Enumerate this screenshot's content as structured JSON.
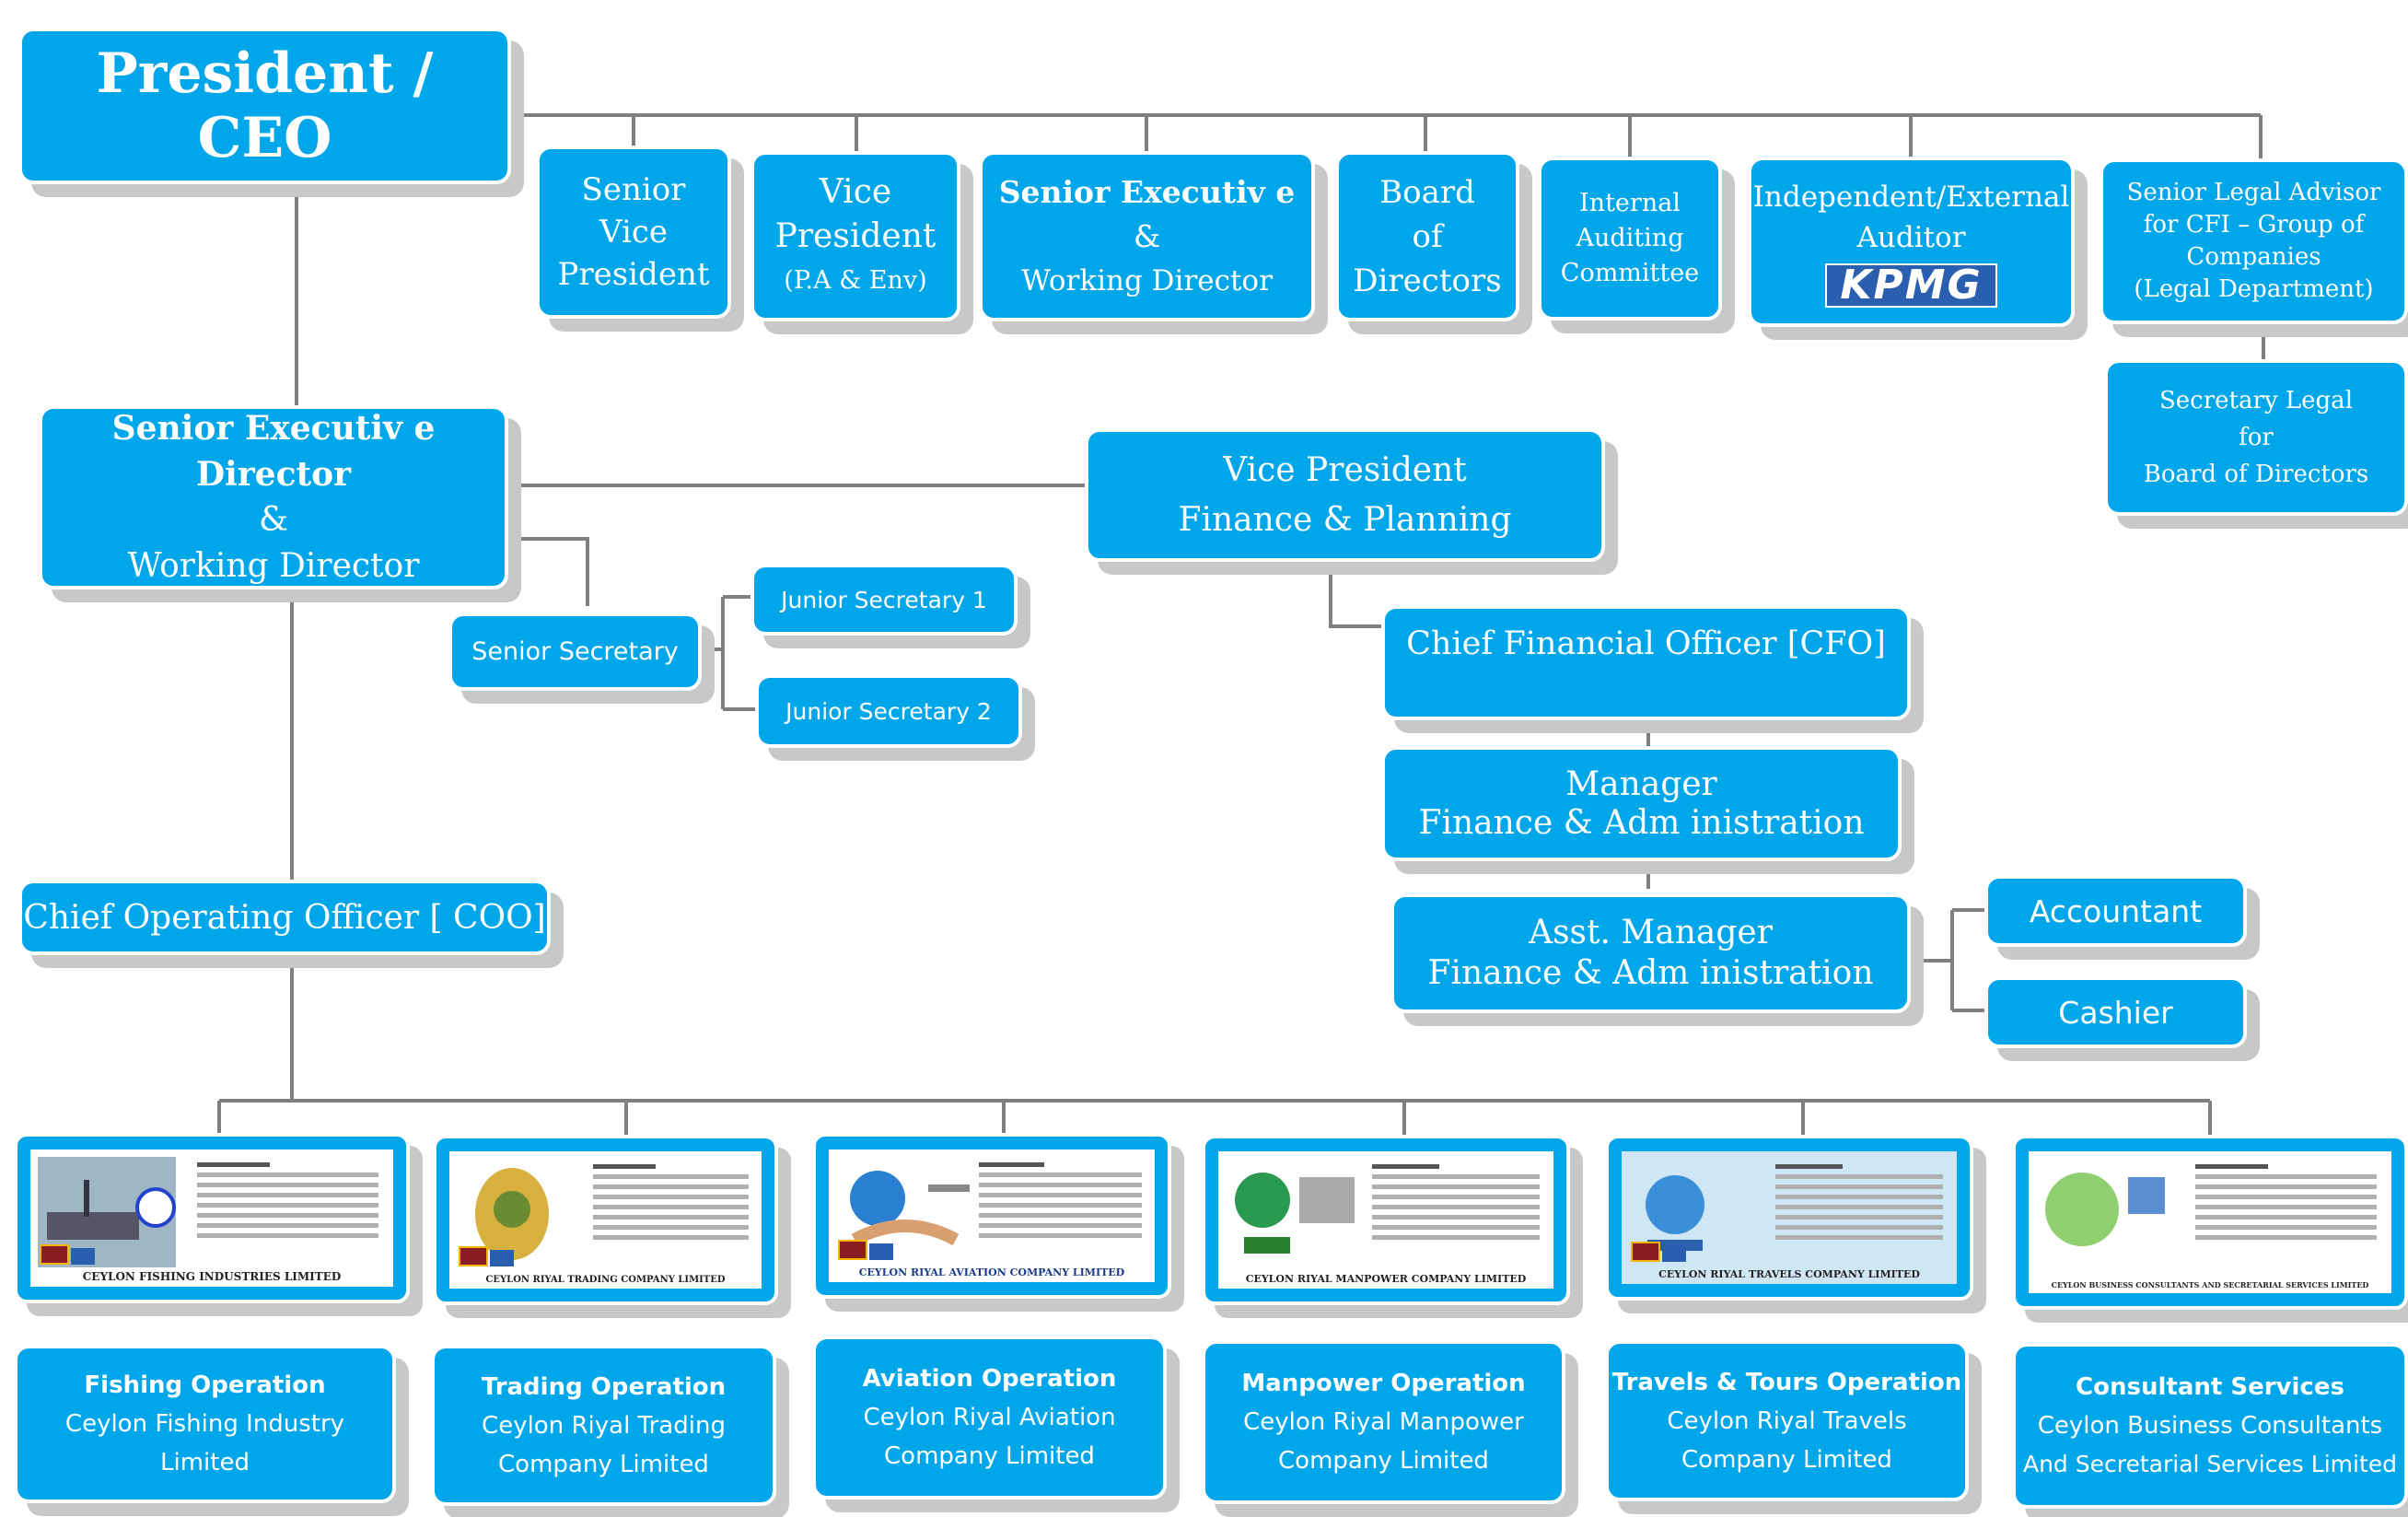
{
  "top": {
    "president": "President / CEO",
    "svp": [
      "Senior",
      "Vice",
      "President"
    ],
    "vp_pa": [
      "Vice",
      "President",
      "(P.A & Env)"
    ],
    "sr_exec": [
      "Senior Executiv e",
      "&",
      "Working Director"
    ],
    "board": [
      "Board",
      "of",
      "Directors"
    ],
    "audit": [
      "Internal",
      "Auditing",
      "Committee"
    ],
    "auditor": [
      "Independent/External",
      "Auditor"
    ],
    "kpmg": "KPMG",
    "legal": [
      "Senior Legal Advisor",
      "for CFI – Group of",
      "Companies",
      "(Legal Department)"
    ],
    "secretary_legal": [
      "Secretary Legal",
      "for",
      "Board of Directors"
    ]
  },
  "middle": {
    "sed": [
      "Senior Executiv e Director",
      "&",
      "Working Director"
    ],
    "vp_fin": [
      "Vice President",
      "Finance & Planning"
    ],
    "senior_secretary": "Senior Secretary",
    "junior_1": "Junior Secretary 1",
    "junior_2": "Junior Secretary 2",
    "cfo": "Chief Financial Officer [CFO]",
    "manager": [
      "Manager",
      "Finance & Adm inistration"
    ],
    "asst_manager": [
      "Asst. Manager",
      "Finance & Adm inistration"
    ],
    "accountant": "Accountant",
    "cashier": "Cashier",
    "coo": "Chief Operating Officer [ COO]"
  },
  "companies": [
    {
      "letterhead": "CEYLON FISHING INDUSTRIES LIMITED",
      "title": "Fishing Operation",
      "line1": "Ceylon Fishing Industry",
      "line2": "Limited"
    },
    {
      "letterhead": "CEYLON RIYAL TRADING COMPANY LIMITED",
      "title": "Trading Operation",
      "line1": "Ceylon Riyal Trading",
      "line2": "Company Limited"
    },
    {
      "letterhead": "CEYLON RIYAL AVIATION COMPANY LIMITED",
      "title": "Aviation Operation",
      "line1": "Ceylon Riyal Aviation",
      "line2": "Company Limited"
    },
    {
      "letterhead": "CEYLON RIYAL MANPOWER COMPANY LIMITED",
      "title": "Manpower Operation",
      "line1": "Ceylon Riyal Manpower",
      "line2": "Company Limited"
    },
    {
      "letterhead": "CEYLON RIYAL TRAVELS COMPANY LIMITED",
      "title": "Travels & Tours Operation",
      "line1": "Ceylon Riyal Travels",
      "line2": "Company Limited"
    },
    {
      "letterhead": "CEYLON BUSINESS CONSULTANTS AND SECRETARIAL SERVICES LIMITED",
      "title": "Consultant Services",
      "line1": "Ceylon Business Consultants",
      "line2": "And Secretarial Services Limited"
    }
  ],
  "colors": {
    "box": "#00a6ea",
    "line": "#7f7f7f",
    "shadow": "#c8c8c8",
    "kpmg": "#2a5fb0"
  }
}
